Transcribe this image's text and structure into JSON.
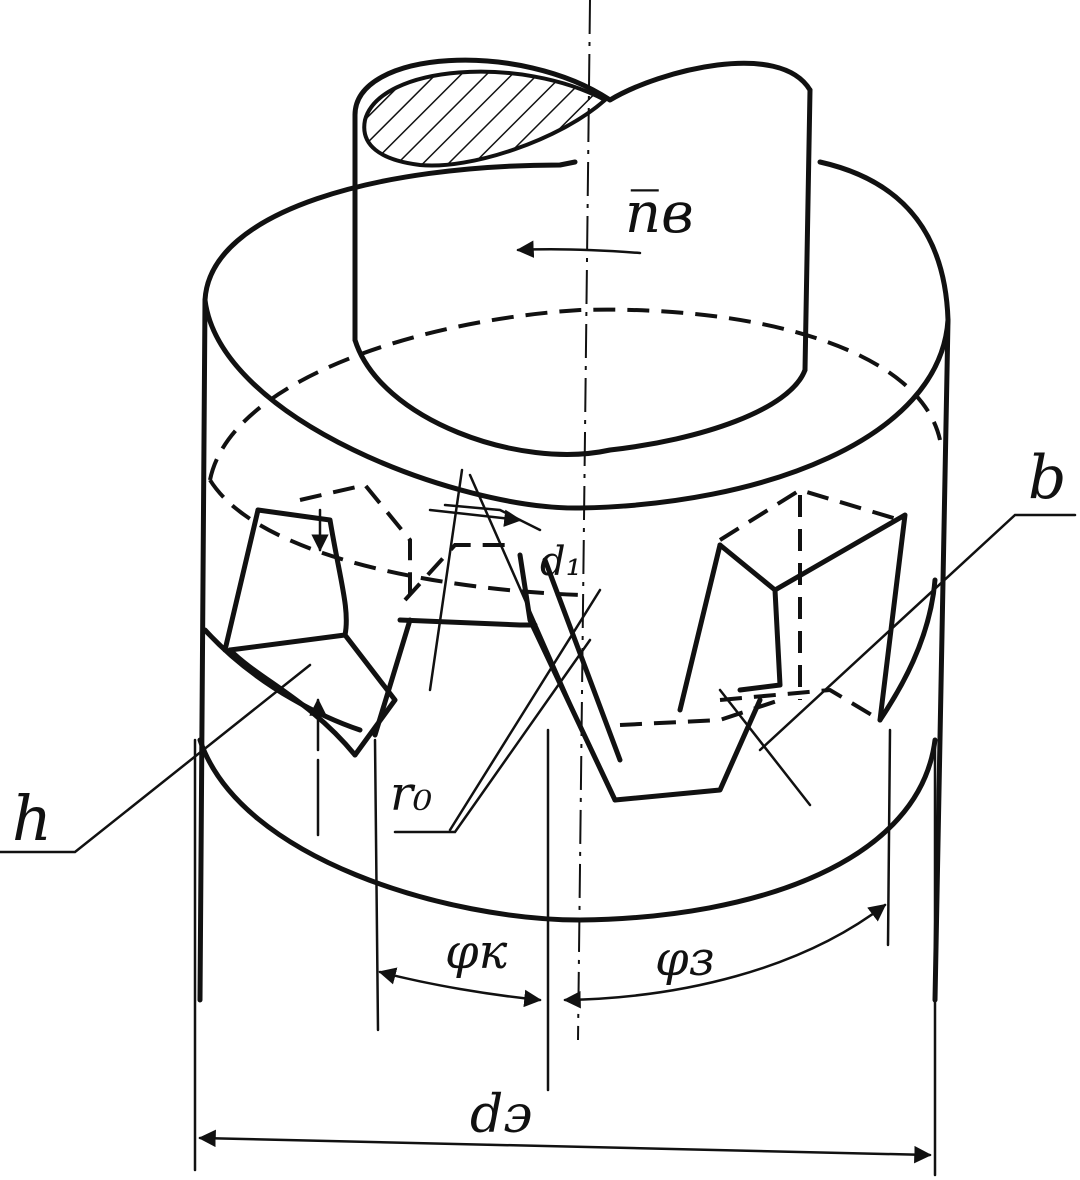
{
  "labels": {
    "n_v": "n̅в",
    "b": "b",
    "d1": "d₁",
    "h": "h",
    "r0": "r₀",
    "phi_k": "φк",
    "phi_z": "φз",
    "d_e": "dэ"
  }
}
